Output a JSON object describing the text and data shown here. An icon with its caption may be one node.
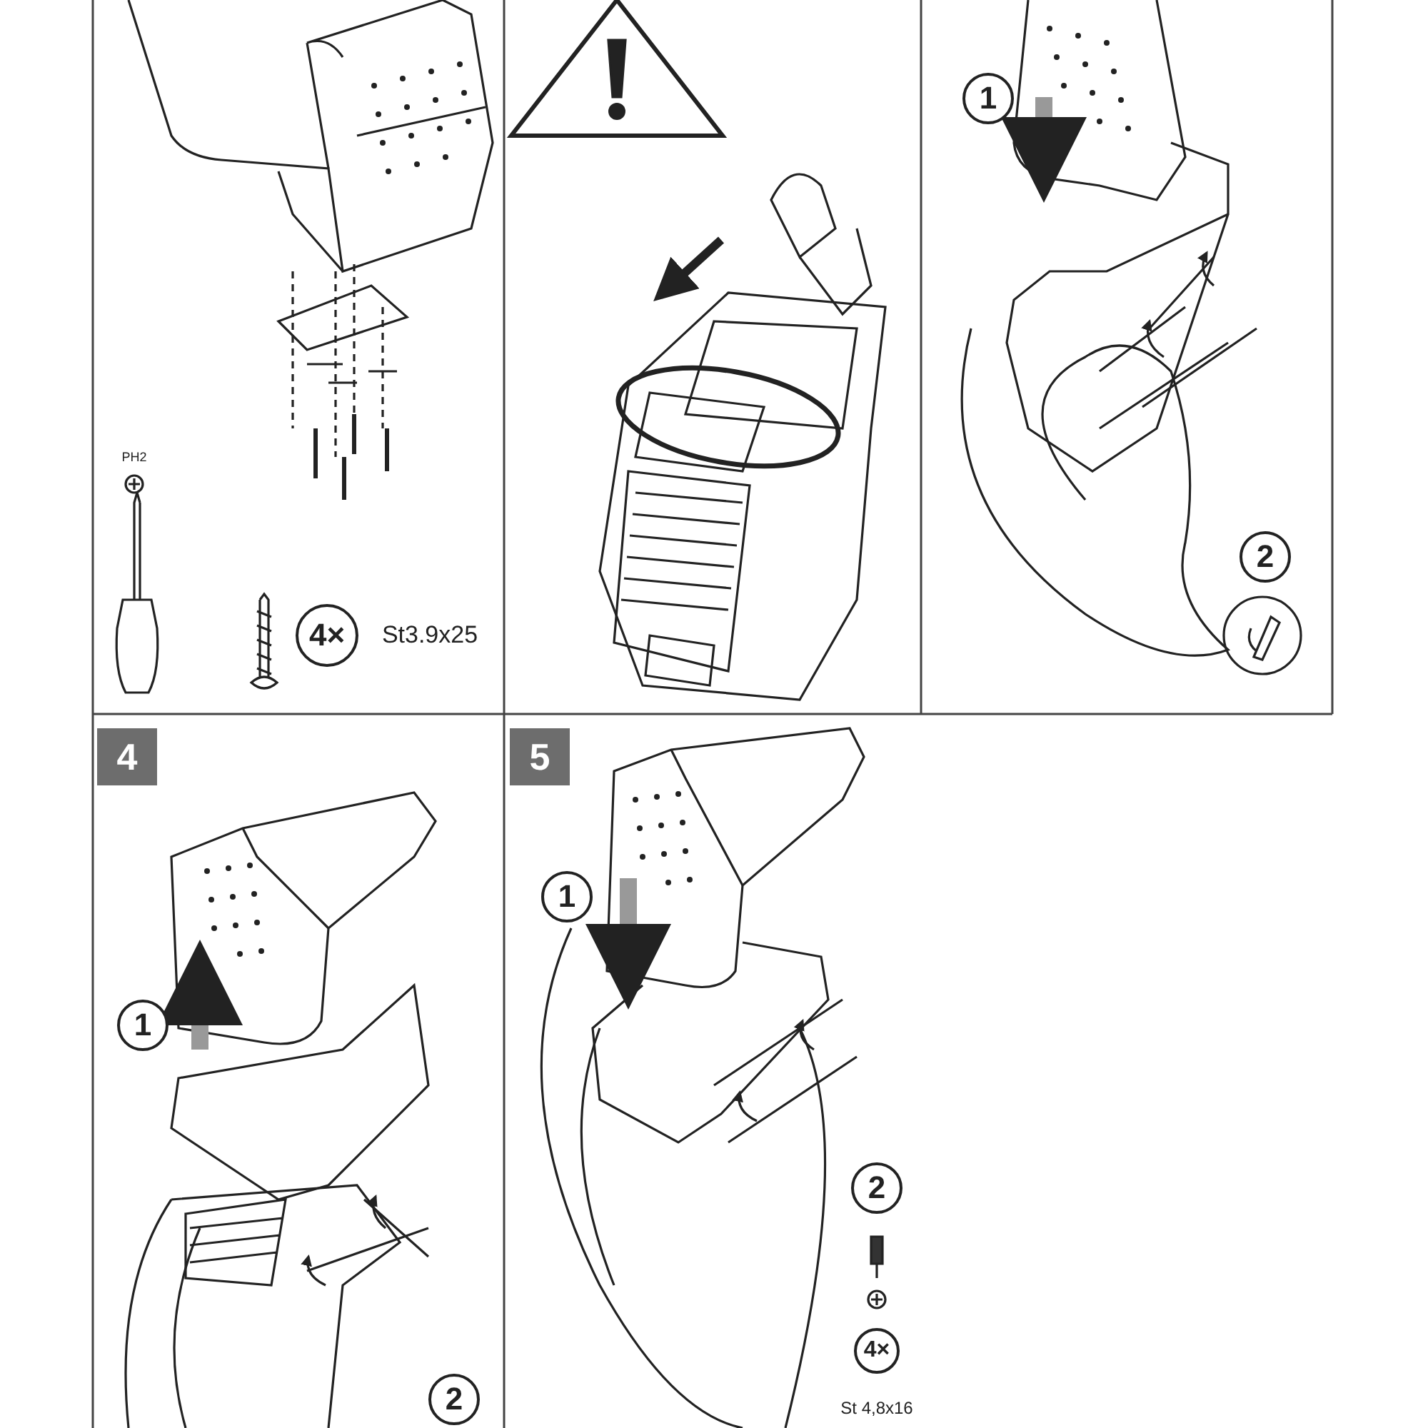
{
  "diagram": {
    "labels": [
      "PH2",
      "4×",
      "St3.9x25",
      "1",
      "2",
      "4",
      "1",
      "2",
      "5",
      "1",
      "2",
      "4×",
      "St 4,8x16"
    ]
  }
}
